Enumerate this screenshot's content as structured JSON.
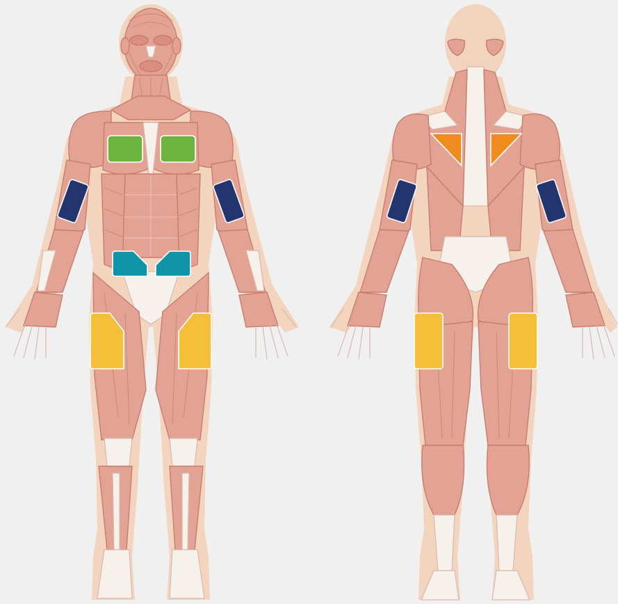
{
  "figure": {
    "views": [
      {
        "id": "front",
        "name": "front-view"
      },
      {
        "id": "back",
        "name": "back-view"
      }
    ]
  },
  "colors": {
    "background": "#f0f0f0",
    "skin_outline": "#f3d4bf",
    "muscle": "#e3a394",
    "muscle_stroke": "#c97c6d",
    "tendon": "#f7f1ec",
    "head_back": "#f2d3bd",
    "electrode_chest": "#6db33f",
    "electrode_arm": "#22356f",
    "electrode_abdomen": "#0f94a8",
    "electrode_thigh": "#f5bf3a",
    "electrode_shoulder_back": "#f08c1e"
  },
  "electrodes": [
    {
      "id": "chest-left",
      "view": "front",
      "group": "chest",
      "color_key": "electrode_chest"
    },
    {
      "id": "chest-right",
      "view": "front",
      "group": "chest",
      "color_key": "electrode_chest"
    },
    {
      "id": "upper-arm-left-front",
      "view": "front",
      "group": "arm",
      "color_key": "electrode_arm"
    },
    {
      "id": "upper-arm-right-front",
      "view": "front",
      "group": "arm",
      "color_key": "electrode_arm"
    },
    {
      "id": "abdomen-left",
      "view": "front",
      "group": "abdomen",
      "color_key": "electrode_abdomen"
    },
    {
      "id": "abdomen-right",
      "view": "front",
      "group": "abdomen",
      "color_key": "electrode_abdomen"
    },
    {
      "id": "thigh-left-front",
      "view": "front",
      "group": "thigh",
      "color_key": "electrode_thigh"
    },
    {
      "id": "thigh-right-front",
      "view": "front",
      "group": "thigh",
      "color_key": "electrode_thigh"
    },
    {
      "id": "shoulder-left-back",
      "view": "back",
      "group": "upper-back",
      "color_key": "electrode_shoulder_back"
    },
    {
      "id": "shoulder-right-back",
      "view": "back",
      "group": "upper-back",
      "color_key": "electrode_shoulder_back"
    },
    {
      "id": "upper-arm-left-back",
      "view": "back",
      "group": "arm",
      "color_key": "electrode_arm"
    },
    {
      "id": "upper-arm-right-back",
      "view": "back",
      "group": "arm",
      "color_key": "electrode_arm"
    },
    {
      "id": "thigh-left-back",
      "view": "back",
      "group": "thigh",
      "color_key": "electrode_thigh"
    },
    {
      "id": "thigh-right-back",
      "view": "back",
      "group": "thigh",
      "color_key": "electrode_thigh"
    }
  ]
}
